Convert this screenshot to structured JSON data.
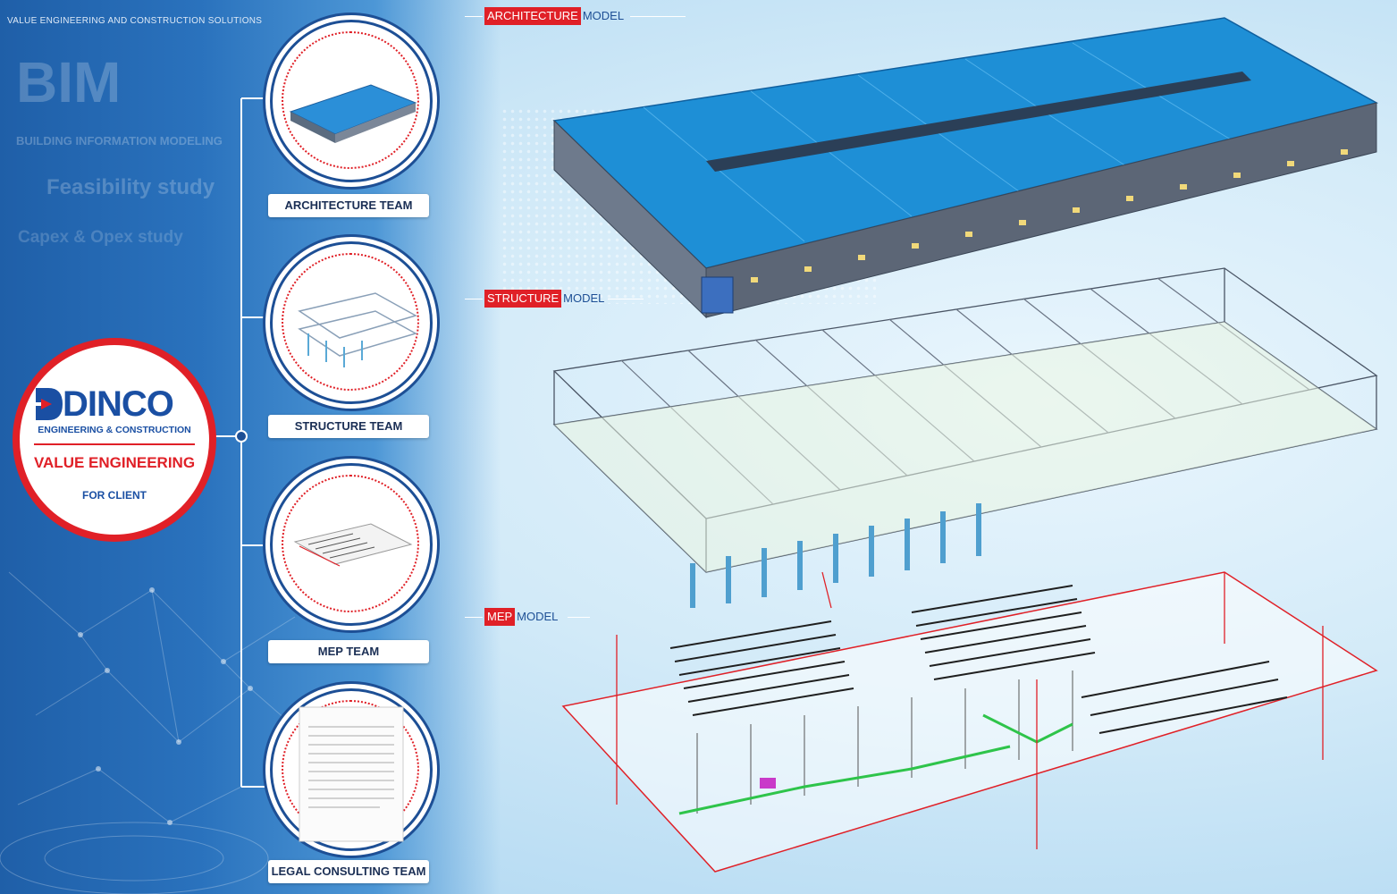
{
  "header": {
    "tagline": "VALUE ENGINEERING AND CONSTRUCTION SOLUTIONS",
    "bim": "BIM",
    "bim_subtitle": "BUILDING INFORMATION MODELING",
    "feasibility": "Feasibility study",
    "capex": "Capex & Opex study"
  },
  "hub": {
    "brand": "DINCO",
    "brand_sub": "ENGINEERING & CONSTRUCTION",
    "value_engineering": "VALUE ENGINEERING",
    "for_client": "FOR CLIENT"
  },
  "teams": [
    {
      "label": "ARCHITECTURE TEAM"
    },
    {
      "label": "STRUCTURE TEAM"
    },
    {
      "label": "MEP TEAM"
    },
    {
      "label": "LEGAL CONSULTING TEAM"
    }
  ],
  "models": [
    {
      "highlight": "ARCHITECTURE",
      "suffix": "MODEL"
    },
    {
      "highlight": "STRUCTURE",
      "suffix": "MODEL"
    },
    {
      "highlight": "MEP",
      "suffix": "MODEL"
    }
  ],
  "colors": {
    "brand_blue": "#1a4fa3",
    "brand_red": "#e02027",
    "roof_blue": "#1e8fd6",
    "navy": "#1d4f95"
  }
}
